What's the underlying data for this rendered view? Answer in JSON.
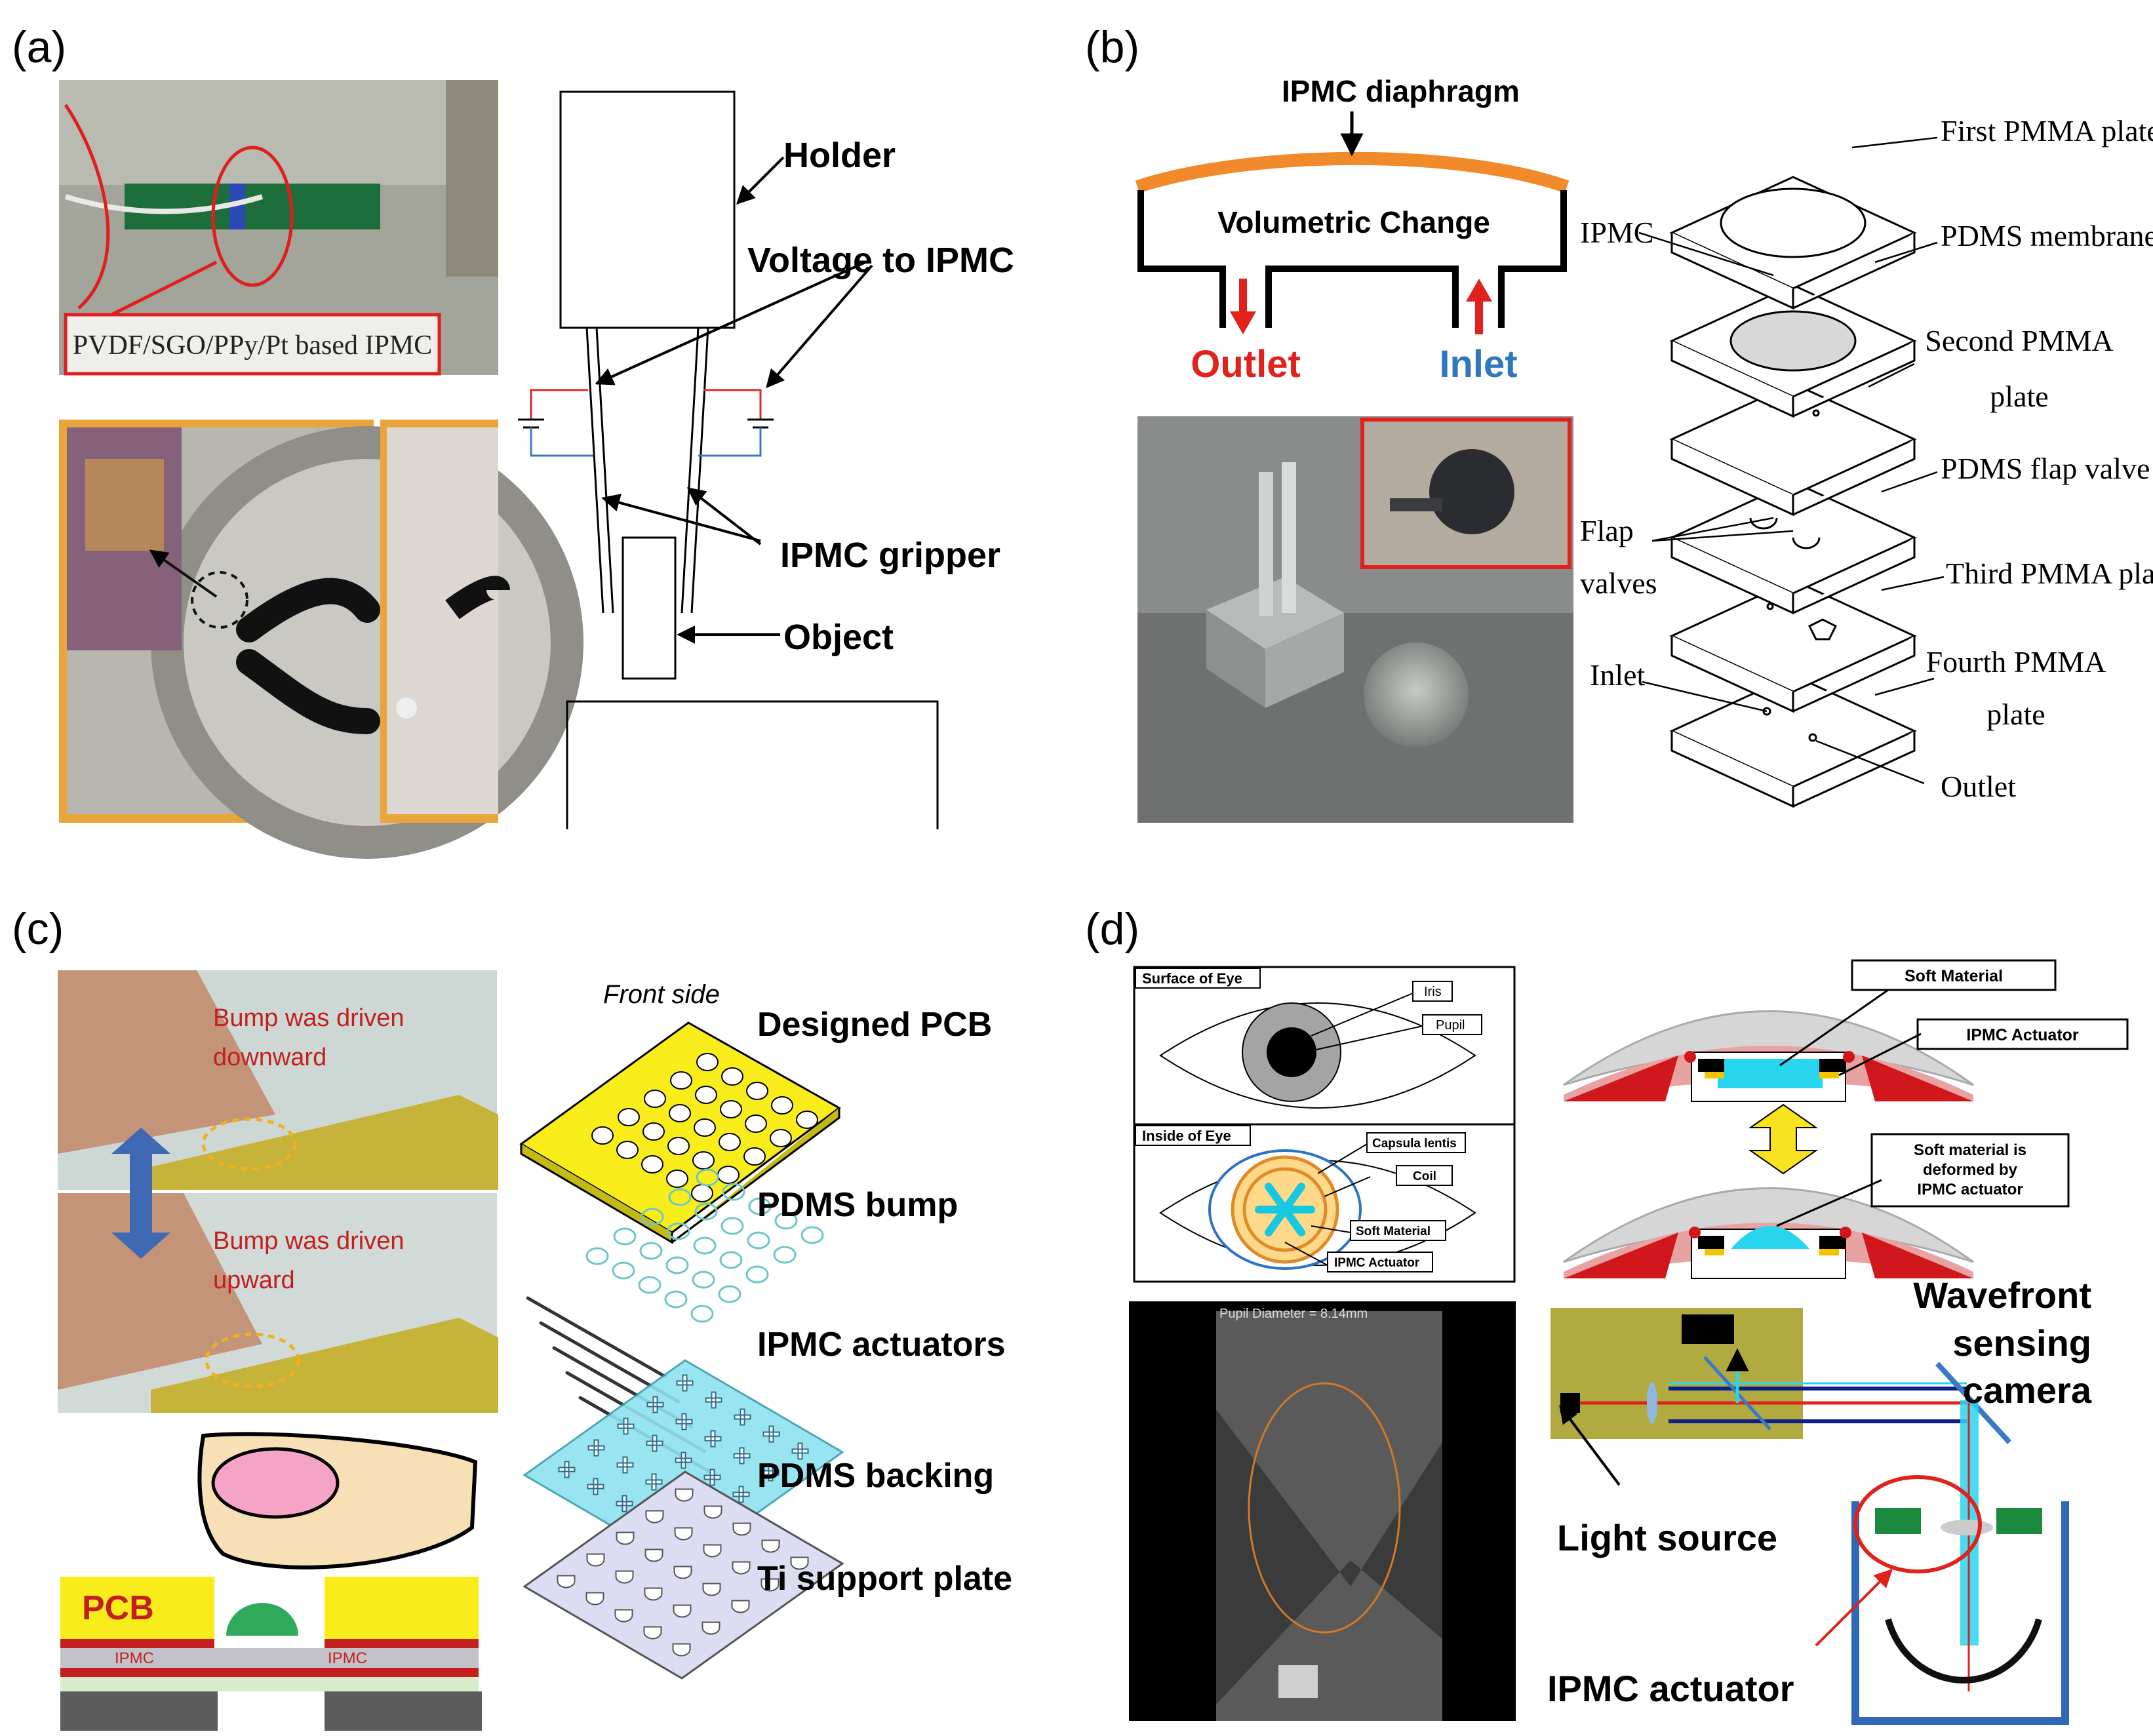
{
  "panel_a": {
    "label": "(a)",
    "photo_caption": "PVDF/SGO/PPy/Pt based  IPMC",
    "holder": "Holder",
    "voltage": "Voltage to IPMC",
    "gripper": "IPMC gripper",
    "object": "Object"
  },
  "panel_b": {
    "label": "(b)",
    "diaphragm": "IPMC diaphragm",
    "volumetric": "Volumetric Change",
    "outlet_red": "Outlet",
    "inlet_blue": "Inlet",
    "left_labels": {
      "ipmc": "IPMC",
      "flap1": "Flap",
      "flap2": "valves",
      "inlet": "Inlet"
    },
    "right_labels": {
      "first_pmma": "First PMMA plate",
      "pdms_membrane": "PDMS membrane",
      "second_pmma_1": "Second PMMA",
      "second_pmma_2": "plate",
      "pdms_flap": "PDMS flap valve",
      "third_pmma": "Third PMMA plate",
      "fourth_pmma_1": "Fourth PMMA",
      "fourth_pmma_2": "plate",
      "outlet": "Outlet"
    }
  },
  "panel_c": {
    "label": "(c)",
    "bump_down_1": "Bump was driven",
    "bump_down_2": "downward",
    "bump_up_1": "Bump was driven",
    "bump_up_2": "upward",
    "pcb": "PCB",
    "ipmc_small": "IPMC",
    "front_side": "Front side",
    "layers": [
      "Designed PCB",
      "PDMS bump",
      "IPMC actuators",
      "PDMS backing",
      "Ti support plate"
    ]
  },
  "panel_d": {
    "label": "(d)",
    "surface_title": "Surface of Eye",
    "iris": "Iris",
    "pupil": "Pupil",
    "inside_title": "Inside of Eye",
    "capsula": "Capsula lentis",
    "coil": "Coil",
    "soft_material_small": "Soft Material",
    "ipmc_actuator_small": "IPMC Actuator",
    "pupil_diameter": "Pupil Diameter = 8.14mm",
    "soft_material": "Soft Material",
    "ipmc_actuator_box": "IPMC Actuator",
    "deformed_1": "Soft material is",
    "deformed_2": "deformed by",
    "deformed_3": "IPMC actuator",
    "wavefront_1": "Wavefront",
    "wavefront_2": "sensing",
    "wavefront_3": "camera",
    "light_source": "Light source",
    "ipmc_actuator": "IPMC actuator"
  }
}
